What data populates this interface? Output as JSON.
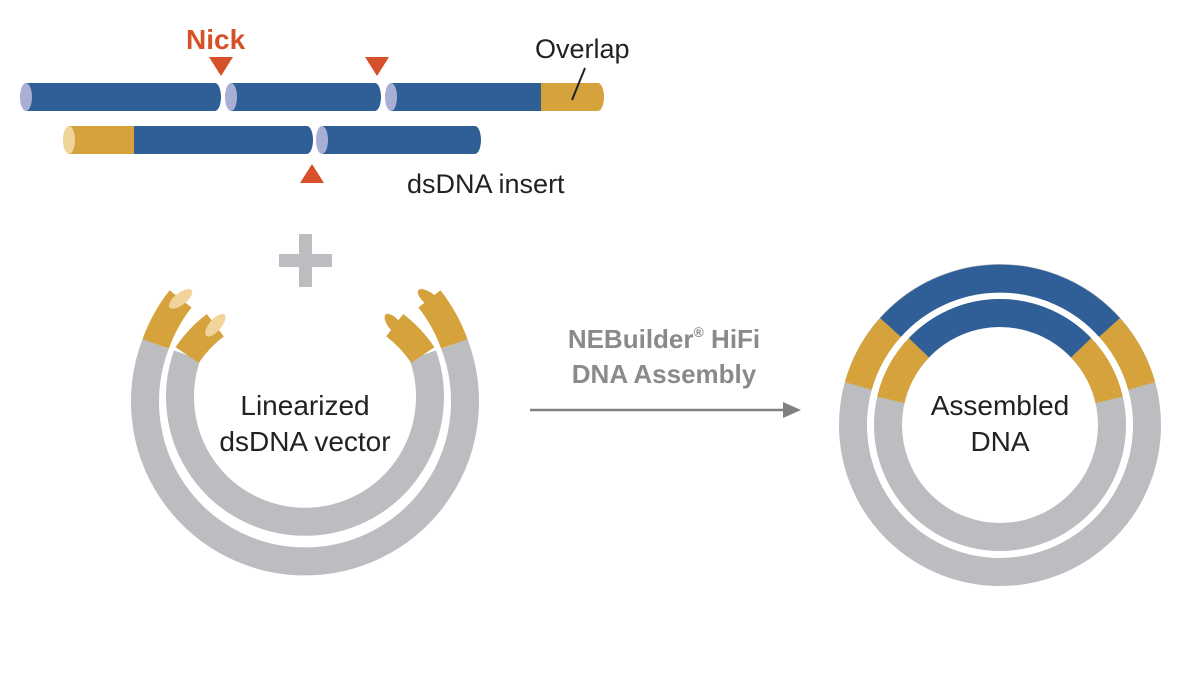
{
  "labels": {
    "nick": "Nick",
    "overlap": "Overlap",
    "insert": "dsDNA insert",
    "vector_line1": "Linearized",
    "vector_line2": "dsDNA vector",
    "method_line1": "NEBuilder",
    "method_registered": "®",
    "method_line1_tail": " HiFi",
    "method_line2": "DNA Assembly",
    "assembled_line1": "Assembled",
    "assembled_line2": "DNA"
  },
  "colors": {
    "dna_blue": "#2f5f96",
    "dna_end": "#a9aed3",
    "overlap_gold": "#d6a23b",
    "overlap_end": "#f1d49a",
    "vector_gray": "#bcbdc0",
    "nick_marker": "#d6502a",
    "arrow": "#808080",
    "method_text": "#8a8a8a",
    "plus": "#bcbdc0"
  }
}
